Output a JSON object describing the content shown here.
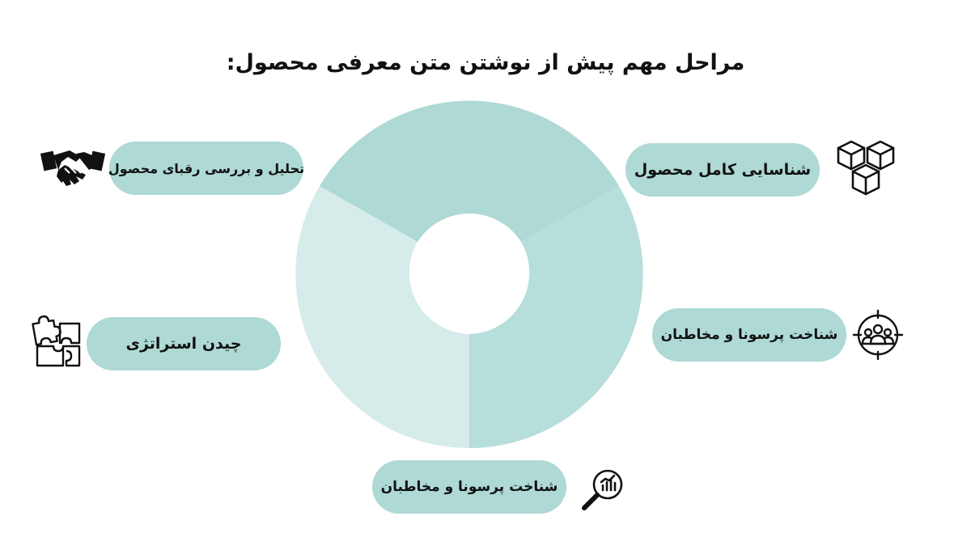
{
  "title": "مراحل مهم پیش از نوشتن متن معرفی محصول:",
  "colors": {
    "pill": "#aed9d5",
    "segment_top": "#aed9d5",
    "segment_right": "#b6dedb",
    "segment_left": "#d6ecea",
    "icon": "#111111"
  },
  "steps": [
    {
      "label": "شناسایی کامل محصول",
      "icon": "boxes-icon"
    },
    {
      "label": "تحلیل و بررسی رقبای محصول",
      "icon": "handshake-icon"
    },
    {
      "label": "شناخت پرسونا و مخاطبان",
      "icon": "target-audience-icon"
    },
    {
      "label": "چیدن استراتژی",
      "icon": "puzzle-icon"
    },
    {
      "label": "شناخت پرسونا و مخاطبان",
      "icon": "search-chart-icon"
    }
  ]
}
